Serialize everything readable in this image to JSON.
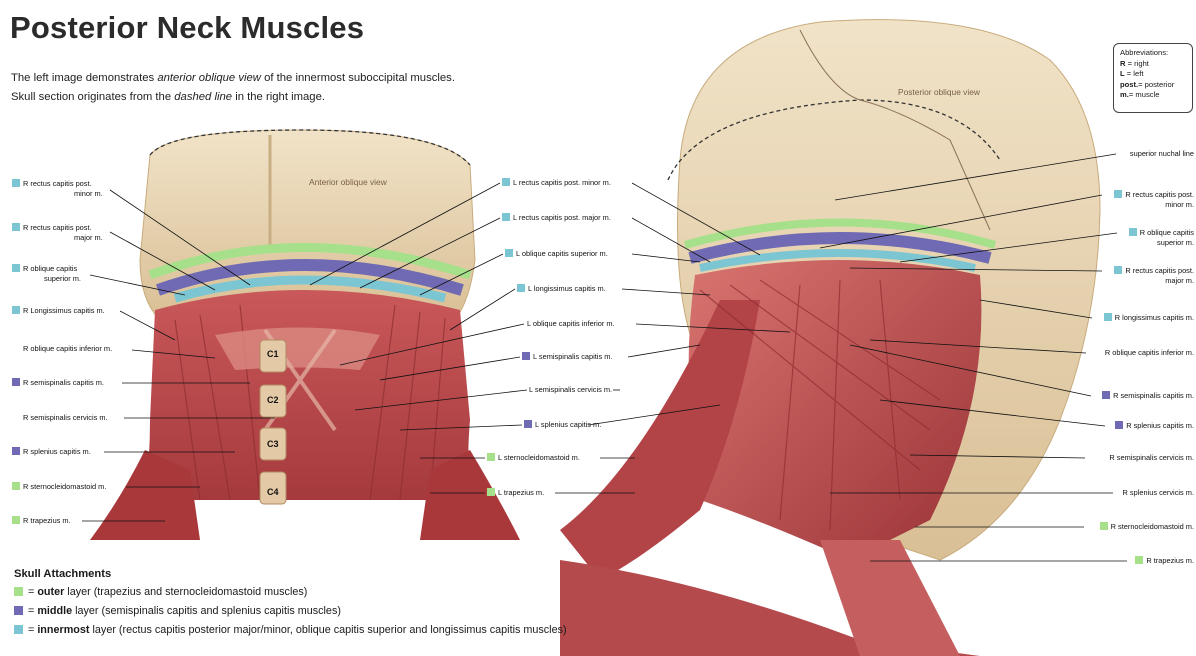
{
  "title": "Posterior Neck Muscles",
  "intro": {
    "line1_a": "The left image demonstrates ",
    "line1_em": "anterior oblique view",
    "line1_b": " of the innermost suboccipital muscles.",
    "line2_a": "Skull section originates from the ",
    "line2_em": "dashed line",
    "line2_b": " in the right image."
  },
  "captions": {
    "anterior": "Anterior oblique view",
    "posterior": "Posterior oblique view"
  },
  "left_labels_left": [
    {
      "t1": "R rectus capitis post.",
      "t2": "minor m.",
      "sw": "b"
    },
    {
      "t1": "R rectus capitis post.",
      "t2": "major m.",
      "sw": "b"
    },
    {
      "t1": "R oblique capitis",
      "t2": "superior m.",
      "sw": "b"
    },
    {
      "t1": "R Longissimus capitis m.",
      "t2": "",
      "sw": "b"
    },
    {
      "t1": "R oblique capitis inferior m.",
      "t2": "",
      "sw": ""
    },
    {
      "t1": "R semispinalis capitis m.",
      "t2": "",
      "sw": "p"
    },
    {
      "t1": "R semispinalis cervicis m.",
      "t2": "",
      "sw": ""
    },
    {
      "t1": "R splenius capitis m.",
      "t2": "",
      "sw": "p"
    },
    {
      "t1": "R sternocleidomastoid m.",
      "t2": "",
      "sw": "g"
    },
    {
      "t1": "R trapezius m.",
      "t2": "",
      "sw": "g"
    }
  ],
  "left_labels_mid": [
    {
      "t": "L rectus capitis post. minor m.",
      "sw": "b"
    },
    {
      "t": "L rectus capitis post. major m.",
      "sw": "b"
    },
    {
      "t": "L oblique capitis superior m.",
      "sw": "b"
    },
    {
      "t": "L longissimus capitis m.",
      "sw": "b"
    },
    {
      "t": "L oblique capitis inferior m.",
      "sw": ""
    },
    {
      "t": "L semispinalis capitis m.",
      "sw": "p"
    },
    {
      "t": "L semispinalis cervicis m.",
      "sw": ""
    },
    {
      "t": "L splenius capitis m.",
      "sw": "p"
    },
    {
      "t": "L sternocleidomastoid m.",
      "sw": "g"
    },
    {
      "t": "L trapezius m.",
      "sw": "g"
    }
  ],
  "right_labels": [
    {
      "t1": "superior nuchal line",
      "t2": "",
      "sw": ""
    },
    {
      "t1": "R rectus capitis post.",
      "t2": "minor m.",
      "sw": "b"
    },
    {
      "t1": "R oblique capitis",
      "t2": "superior m.",
      "sw": "b"
    },
    {
      "t1": "R rectus capitis post.",
      "t2": "major m.",
      "sw": "b"
    },
    {
      "t1": "R longissimus capitis m.",
      "t2": "",
      "sw": "b"
    },
    {
      "t1": "R oblique capitis inferior m.",
      "t2": "",
      "sw": ""
    },
    {
      "t1": "R semispinalis capitis m.",
      "t2": "",
      "sw": "p"
    },
    {
      "t1": "R splenius capitis m.",
      "t2": "",
      "sw": "p"
    },
    {
      "t1": "R semispinalis cervicis m.",
      "t2": "",
      "sw": ""
    },
    {
      "t1": "R splenius cervicis m.",
      "t2": "",
      "sw": ""
    },
    {
      "t1": "R sternocleidomastoid m.",
      "t2": "",
      "sw": "g"
    },
    {
      "t1": "R trapezius m.",
      "t2": "",
      "sw": "g"
    }
  ],
  "vertebrae": [
    "C1",
    "C2",
    "C3",
    "C4"
  ],
  "abbreviations": {
    "title": "Abbreviations:",
    "r_key": "R",
    "r_val": " = right",
    "l_key": "L",
    "l_val": " = left",
    "post_key": "post.",
    "post_val": "= posterior",
    "m_key": "m.",
    "m_val": "= muscle"
  },
  "legend": {
    "title": "Skull Attachments",
    "items": [
      {
        "eq": "= ",
        "key": "outer",
        "rest": " layer (trapezius and sternocleidomastoid muscles)",
        "color": "#a6e08a"
      },
      {
        "eq": "= ",
        "key": "middle",
        "rest": " layer (semispinalis capitis and splenius capitis muscles)",
        "color": "#6f6ab3"
      },
      {
        "eq": "= ",
        "key": "innermost",
        "rest": " layer (rectus capitis posterior major/minor, oblique capitis superior and longissimus capitis muscles)",
        "color": "#7cc6d3"
      }
    ]
  },
  "colors": {
    "outer": "#a6e08a",
    "middle": "#6f6ab3",
    "innermost": "#7cc6d3",
    "muscle": "#b8474a",
    "bone": "#e9d7b6"
  }
}
